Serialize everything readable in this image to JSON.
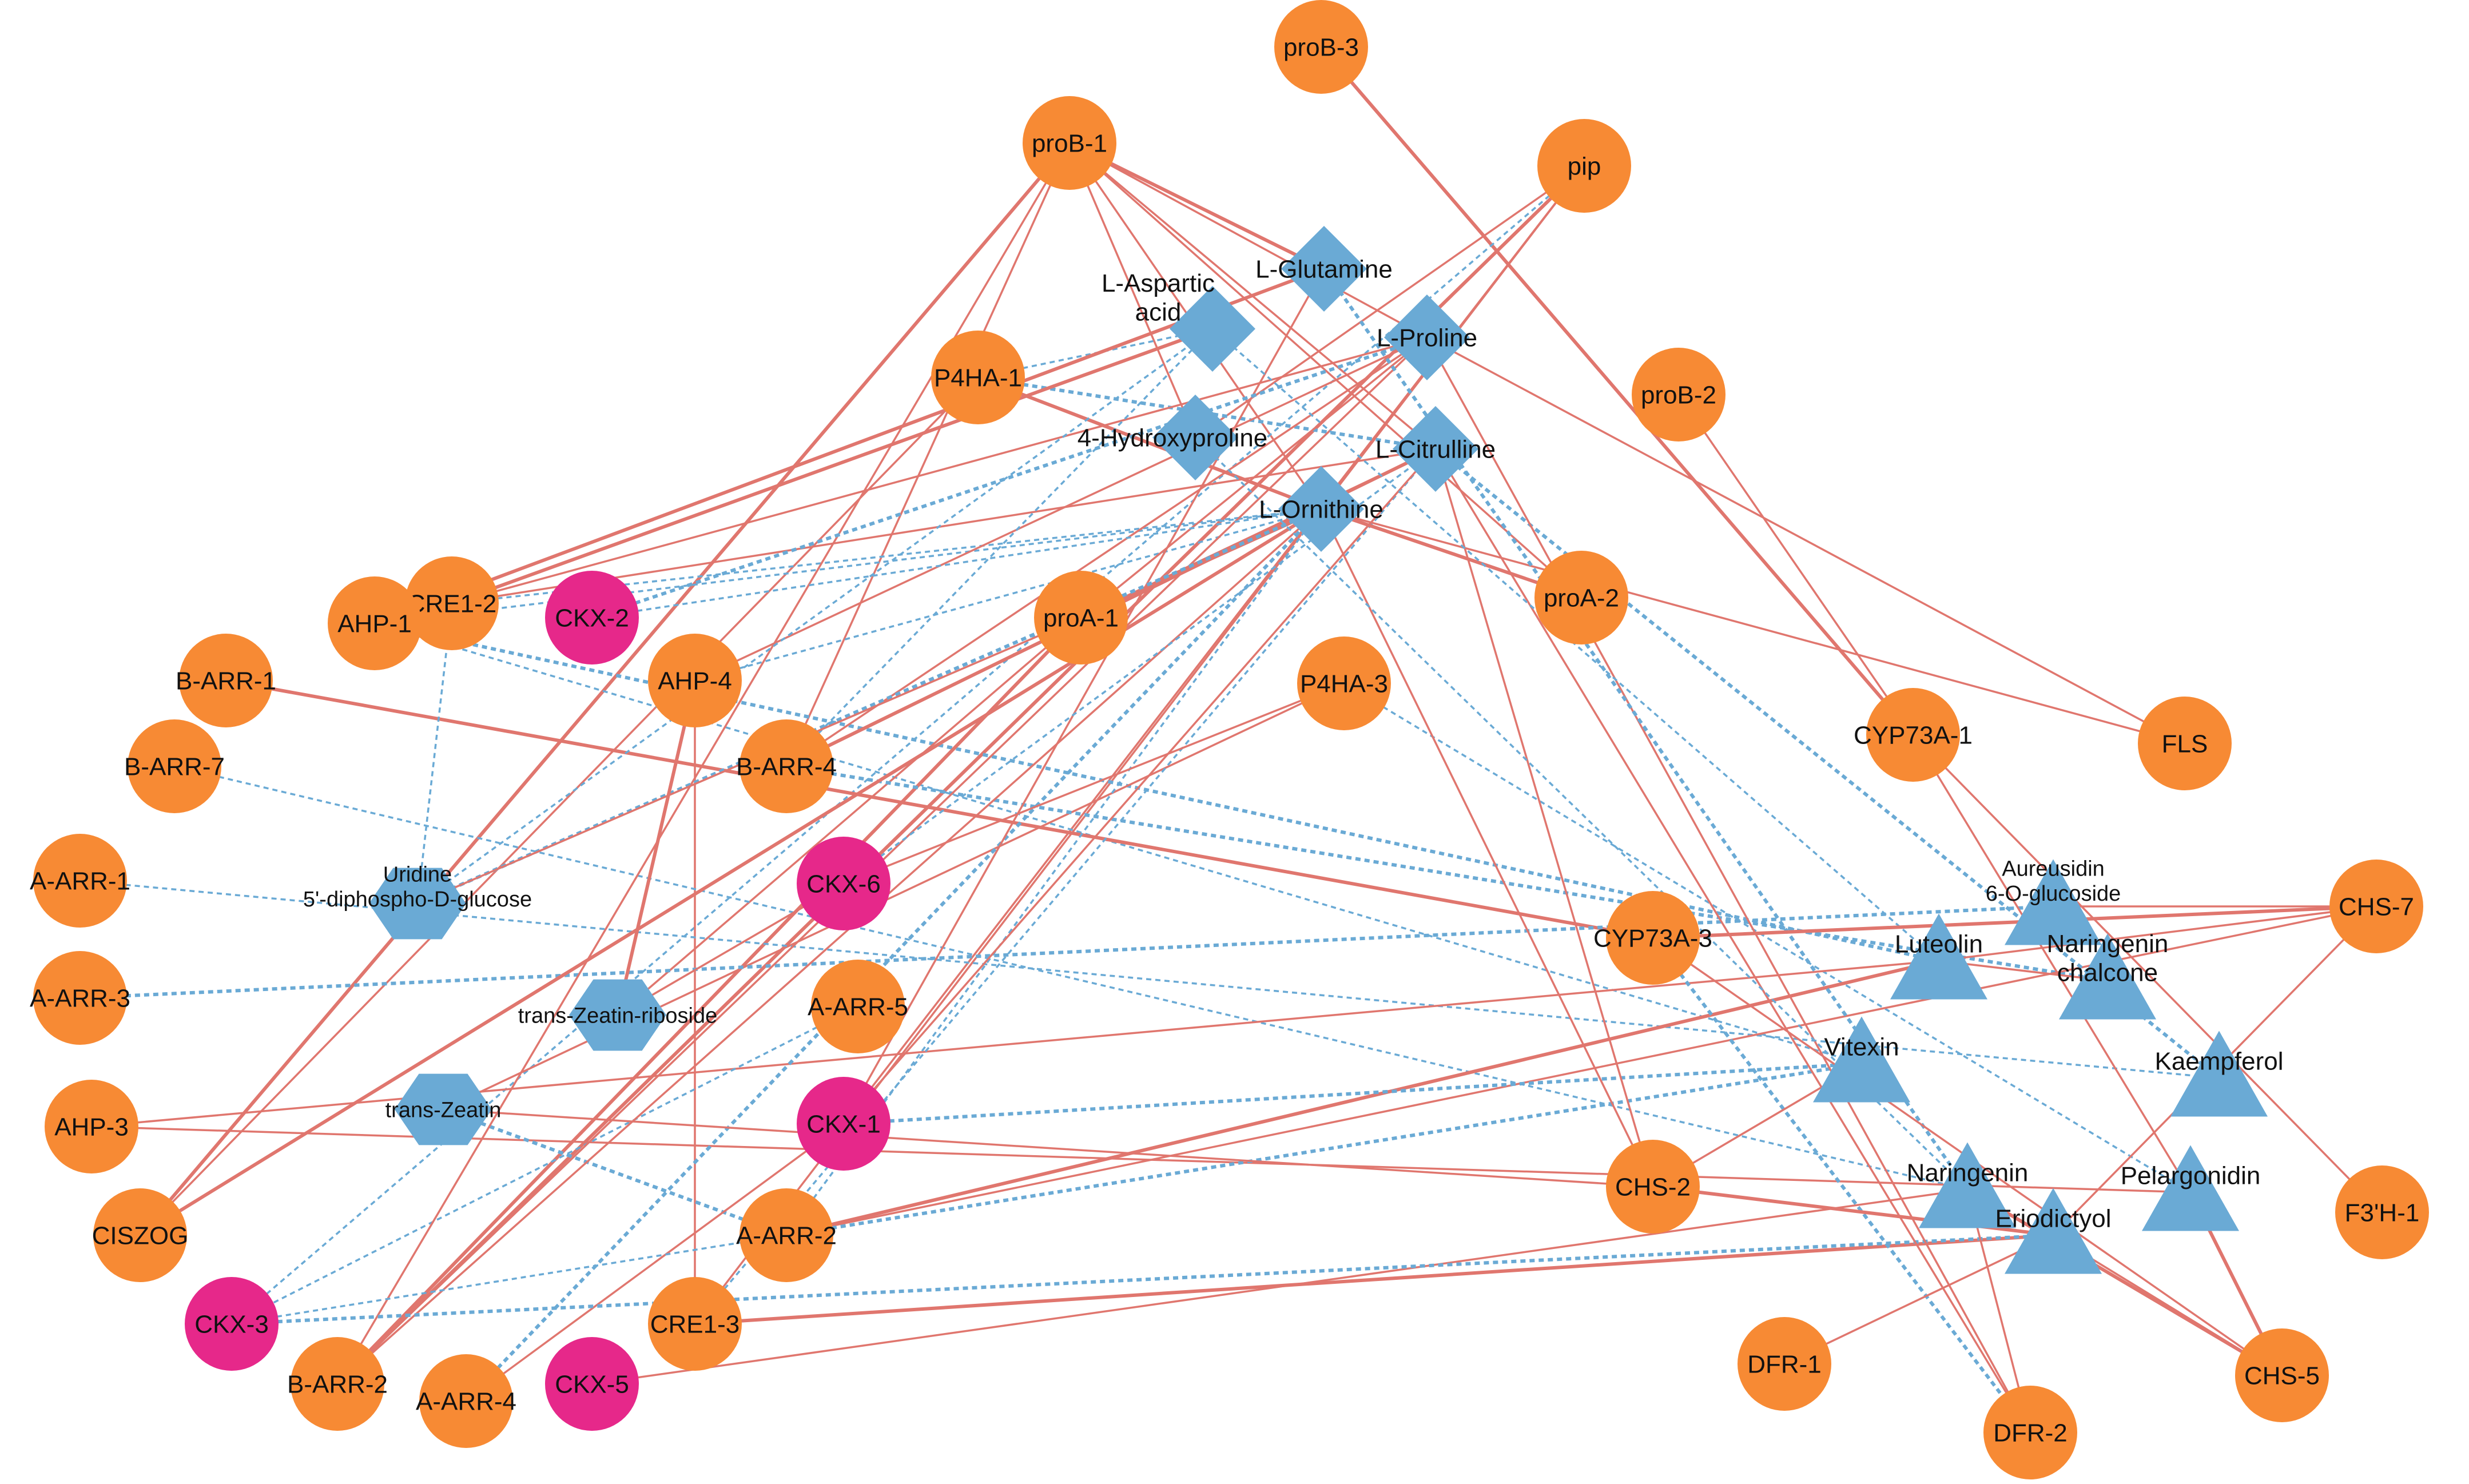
{
  "colors": {
    "background": "#ffffff",
    "gene": "#f78a34",
    "ckx": "#e6288a",
    "metabolite": "#6aaad5",
    "positive_edge": "#e0766e",
    "negative_edge": "#6aaad5",
    "label": "#111111"
  },
  "nodes": [
    {
      "id": "proB-3",
      "label": "proB-3",
      "shape": "circle",
      "group": "gene"
    },
    {
      "id": "proB-1",
      "label": "proB-1",
      "shape": "circle",
      "group": "gene"
    },
    {
      "id": "pip",
      "label": "pip",
      "shape": "circle",
      "group": "gene"
    },
    {
      "id": "proB-2",
      "label": "proB-2",
      "shape": "circle",
      "group": "gene"
    },
    {
      "id": "P4HA-1",
      "label": "P4HA-1",
      "shape": "circle",
      "group": "gene"
    },
    {
      "id": "CRE1-2",
      "label": "CRE1-2",
      "shape": "circle",
      "group": "gene"
    },
    {
      "id": "AHP-1",
      "label": "AHP-1",
      "shape": "circle",
      "group": "gene"
    },
    {
      "id": "B-ARR-1",
      "label": "B-ARR-1",
      "shape": "circle",
      "group": "gene"
    },
    {
      "id": "AHP-4",
      "label": "AHP-4",
      "shape": "circle",
      "group": "gene"
    },
    {
      "id": "proA-1",
      "label": "proA-1",
      "shape": "circle",
      "group": "gene"
    },
    {
      "id": "proA-2",
      "label": "proA-2",
      "shape": "circle",
      "group": "gene"
    },
    {
      "id": "P4HA-3",
      "label": "P4HA-3",
      "shape": "circle",
      "group": "gene"
    },
    {
      "id": "B-ARR-4",
      "label": "B-ARR-4",
      "shape": "circle",
      "group": "gene"
    },
    {
      "id": "B-ARR-7",
      "label": "B-ARR-7",
      "shape": "circle",
      "group": "gene"
    },
    {
      "id": "A-ARR-1",
      "label": "A-ARR-1",
      "shape": "circle",
      "group": "gene"
    },
    {
      "id": "A-ARR-3",
      "label": "A-ARR-3",
      "shape": "circle",
      "group": "gene"
    },
    {
      "id": "AHP-3",
      "label": "AHP-3",
      "shape": "circle",
      "group": "gene"
    },
    {
      "id": "CISZOG",
      "label": "CISZOG",
      "shape": "circle",
      "group": "gene"
    },
    {
      "id": "A-ARR-5",
      "label": "A-ARR-5",
      "shape": "circle",
      "group": "gene"
    },
    {
      "id": "A-ARR-2",
      "label": "A-ARR-2",
      "shape": "circle",
      "group": "gene"
    },
    {
      "id": "CRE1-3",
      "label": "CRE1-3",
      "shape": "circle",
      "group": "gene"
    },
    {
      "id": "B-ARR-2",
      "label": "B-ARR-2",
      "shape": "circle",
      "group": "gene"
    },
    {
      "id": "A-ARR-4",
      "label": "A-ARR-4",
      "shape": "circle",
      "group": "gene"
    },
    {
      "id": "CYP73A-1",
      "label": "CYP73A-1",
      "shape": "circle",
      "group": "gene"
    },
    {
      "id": "FLS",
      "label": "FLS",
      "shape": "circle",
      "group": "gene"
    },
    {
      "id": "CYP73A-3",
      "label": "CYP73A-3",
      "shape": "circle",
      "group": "gene"
    },
    {
      "id": "CHS-7",
      "label": "CHS-7",
      "shape": "circle",
      "group": "gene"
    },
    {
      "id": "CHS-2",
      "label": "CHS-2",
      "shape": "circle",
      "group": "gene"
    },
    {
      "id": "F3'H-1",
      "label": "F3'H-1",
      "shape": "circle",
      "group": "gene"
    },
    {
      "id": "DFR-1",
      "label": "DFR-1",
      "shape": "circle",
      "group": "gene"
    },
    {
      "id": "DFR-2",
      "label": "DFR-2",
      "shape": "circle",
      "group": "gene"
    },
    {
      "id": "CHS-5",
      "label": "CHS-5",
      "shape": "circle",
      "group": "gene"
    },
    {
      "id": "CKX-2",
      "label": "CKX-2",
      "shape": "circle",
      "group": "ckx"
    },
    {
      "id": "CKX-6",
      "label": "CKX-6",
      "shape": "circle",
      "group": "ckx"
    },
    {
      "id": "CKX-1",
      "label": "CKX-1",
      "shape": "circle",
      "group": "ckx"
    },
    {
      "id": "CKX-3",
      "label": "CKX-3",
      "shape": "circle",
      "group": "ckx"
    },
    {
      "id": "CKX-5",
      "label": "CKX-5",
      "shape": "circle",
      "group": "ckx"
    },
    {
      "id": "L-Glutamine",
      "label": "L-Glutamine",
      "shape": "diamond",
      "group": "metabolite"
    },
    {
      "id": "L-Aspartic acid",
      "label": "L-Aspartic\nacid",
      "shape": "diamond",
      "group": "metabolite"
    },
    {
      "id": "L-Proline",
      "label": "L-Proline",
      "shape": "diamond",
      "group": "metabolite"
    },
    {
      "id": "4-Hydroxyproline",
      "label": "4-Hydroxyproline",
      "shape": "diamond",
      "group": "metabolite"
    },
    {
      "id": "L-Citrulline",
      "label": "L-Citrulline",
      "shape": "diamond",
      "group": "metabolite"
    },
    {
      "id": "L-Ornithine",
      "label": "L-Ornithine",
      "shape": "diamond",
      "group": "metabolite"
    },
    {
      "id": "Uridine",
      "label": "Uridine\n5'-diphospho-D-glucose",
      "shape": "hexagon",
      "group": "metabolite"
    },
    {
      "id": "trans-Zeatin-riboside",
      "label": "trans-Zeatin-riboside",
      "shape": "hexagon",
      "group": "metabolite"
    },
    {
      "id": "trans-Zeatin",
      "label": "trans-Zeatin",
      "shape": "hexagon",
      "group": "metabolite"
    },
    {
      "id": "Aureusidin",
      "label": "Aureusidin\n6-O-glucoside",
      "shape": "triangle",
      "group": "metabolite"
    },
    {
      "id": "Luteolin",
      "label": "Luteolin",
      "shape": "triangle",
      "group": "metabolite"
    },
    {
      "id": "Naringenin chalcone",
      "label": "Naringenin\nchalcone",
      "shape": "triangle",
      "group": "metabolite"
    },
    {
      "id": "Vitexin",
      "label": "Vitexin",
      "shape": "triangle",
      "group": "metabolite"
    },
    {
      "id": "Kaempferol",
      "label": "Kaempferol",
      "shape": "triangle",
      "group": "metabolite"
    },
    {
      "id": "Naringenin",
      "label": "Naringenin",
      "shape": "triangle",
      "group": "metabolite"
    },
    {
      "id": "Pelargonidin",
      "label": "Pelargonidin",
      "shape": "triangle",
      "group": "metabolite"
    },
    {
      "id": "Eriodictyol",
      "label": "Eriodictyol",
      "shape": "triangle",
      "group": "metabolite"
    }
  ],
  "edges": [
    {
      "s": "proB-3",
      "t": "CYP73A-1",
      "type": "positive"
    },
    {
      "s": "proB-1",
      "t": "L-Citrulline",
      "type": "positive"
    },
    {
      "s": "proB-1",
      "t": "L-Ornithine",
      "type": "positive"
    },
    {
      "s": "proB-1",
      "t": "L-Proline",
      "type": "positive"
    },
    {
      "s": "proB-1",
      "t": "L-Glutamine",
      "type": "positive"
    },
    {
      "s": "proB-1",
      "t": "4-Hydroxyproline",
      "type": "positive"
    },
    {
      "s": "proB-1",
      "t": "proA-2",
      "type": "positive"
    },
    {
      "s": "proB-1",
      "t": "B-ARR-4",
      "type": "positive"
    },
    {
      "s": "proB-1",
      "t": "CISZOG",
      "type": "positive"
    },
    {
      "s": "pip",
      "t": "4-Hydroxyproline",
      "type": "positive"
    },
    {
      "s": "pip",
      "t": "L-Ornithine",
      "type": "positive"
    },
    {
      "s": "pip",
      "t": "CKX-1",
      "type": "positive"
    },
    {
      "s": "pip",
      "t": "B-ARR-2",
      "type": "positive"
    },
    {
      "s": "pip",
      "t": "CKX-3",
      "type": "negative"
    },
    {
      "s": "pip",
      "t": "CRE1-3",
      "type": "positive"
    },
    {
      "s": "proB-2",
      "t": "CYP73A-1",
      "type": "positive"
    },
    {
      "s": "P4HA-1",
      "t": "L-Ornithine",
      "type": "positive"
    },
    {
      "s": "P4HA-1",
      "t": "L-Aspartic acid",
      "type": "negative"
    },
    {
      "s": "P4HA-1",
      "t": "L-Citrulline",
      "type": "negative"
    },
    {
      "s": "P4HA-1",
      "t": "CISZOG",
      "type": "positive"
    },
    {
      "s": "CRE1-2",
      "t": "L-Aspartic acid",
      "type": "positive"
    },
    {
      "s": "CRE1-2",
      "t": "L-Proline",
      "type": "positive"
    },
    {
      "s": "CRE1-2",
      "t": "L-Citrulline",
      "type": "positive"
    },
    {
      "s": "CRE1-2",
      "t": "L-Ornithine",
      "type": "negative"
    },
    {
      "s": "AHP-1",
      "t": "L-Glutamine",
      "type": "positive"
    },
    {
      "s": "AHP-1",
      "t": "L-Ornithine",
      "type": "negative"
    },
    {
      "s": "AHP-1",
      "t": "Vitexin",
      "type": "negative"
    },
    {
      "s": "AHP-1",
      "t": "Luteolin",
      "type": "negative"
    },
    {
      "s": "B-ARR-1",
      "t": "CYP73A-3",
      "type": "positive"
    },
    {
      "s": "AHP-4",
      "t": "L-Ornithine",
      "type": "negative"
    },
    {
      "s": "AHP-4",
      "t": "L-Proline",
      "type": "positive"
    },
    {
      "s": "AHP-4",
      "t": "CRE1-3",
      "type": "positive"
    },
    {
      "s": "proA-1",
      "t": "L-Ornithine",
      "type": "positive"
    },
    {
      "s": "proA-1",
      "t": "L-Proline",
      "type": "positive"
    },
    {
      "s": "proA-1",
      "t": "L-Citrulline",
      "type": "positive"
    },
    {
      "s": "proA-1",
      "t": "trans-Zeatin-riboside",
      "type": "positive"
    },
    {
      "s": "proA-1",
      "t": "B-ARR-2",
      "type": "positive"
    },
    {
      "s": "P4HA-3",
      "t": "Pelargonidin",
      "type": "negative"
    },
    {
      "s": "P4HA-3",
      "t": "trans-Zeatin",
      "type": "positive"
    },
    {
      "s": "B-ARR-4",
      "t": "L-Proline",
      "type": "positive"
    },
    {
      "s": "B-ARR-4",
      "t": "L-Citrulline",
      "type": "positive"
    },
    {
      "s": "B-ARR-4",
      "t": "L-Aspartic acid",
      "type": "negative"
    },
    {
      "s": "B-ARR-4",
      "t": "Naringenin chalcone",
      "type": "negative"
    },
    {
      "s": "B-ARR-7",
      "t": "Naringenin",
      "type": "negative"
    },
    {
      "s": "A-ARR-1",
      "t": "Kaempferol",
      "type": "negative"
    },
    {
      "s": "A-ARR-3",
      "t": "Aureusidin",
      "type": "negative"
    },
    {
      "s": "AHP-3",
      "t": "Pelargonidin",
      "type": "positive"
    },
    {
      "s": "AHP-3",
      "t": "Luteolin",
      "type": "positive"
    },
    {
      "s": "CISZOG",
      "t": "L-Ornithine",
      "type": "positive"
    },
    {
      "s": "A-ARR-5",
      "t": "CKX-3",
      "type": "negative"
    },
    {
      "s": "A-ARR-2",
      "t": "L-Ornithine",
      "type": "negative"
    },
    {
      "s": "A-ARR-2",
      "t": "trans-Zeatin",
      "type": "negative"
    },
    {
      "s": "A-ARR-2",
      "t": "Luteolin",
      "type": "positive"
    },
    {
      "s": "A-ARR-2",
      "t": "CHS-7",
      "type": "positive"
    },
    {
      "s": "A-ARR-2",
      "t": "Vitexin",
      "type": "negative"
    },
    {
      "s": "CRE1-3",
      "t": "L-Citrulline",
      "type": "negative"
    },
    {
      "s": "CRE1-3",
      "t": "Eriodictyol",
      "type": "positive"
    },
    {
      "s": "B-ARR-2",
      "t": "L-Ornithine",
      "type": "positive"
    },
    {
      "s": "B-ARR-2",
      "t": "L-Proline",
      "type": "positive"
    },
    {
      "s": "B-ARR-2",
      "t": "proB-1",
      "type": "positive"
    },
    {
      "s": "A-ARR-4",
      "t": "L-Ornithine",
      "type": "negative"
    },
    {
      "s": "A-ARR-4",
      "t": "CKX-1",
      "type": "positive"
    },
    {
      "s": "CKX-5",
      "t": "Naringenin",
      "type": "positive"
    },
    {
      "s": "CKX-3",
      "t": "Eriodictyol",
      "type": "negative"
    },
    {
      "s": "CKX-3",
      "t": "A-ARR-2",
      "type": "negative"
    },
    {
      "s": "CKX-1",
      "t": "L-Citrulline",
      "type": "positive"
    },
    {
      "s": "CKX-1",
      "t": "Vitexin",
      "type": "negative"
    },
    {
      "s": "CKX-1",
      "t": "L-Glutamine",
      "type": "positive"
    },
    {
      "s": "CKX-2",
      "t": "L-Ornithine",
      "type": "negative"
    },
    {
      "s": "CKX-2",
      "t": "L-Proline",
      "type": "negative"
    },
    {
      "s": "CKX-6",
      "t": "L-Citrulline",
      "type": "negative"
    },
    {
      "s": "CKX-6",
      "t": "P4HA-3",
      "type": "positive"
    },
    {
      "s": "Uridine",
      "t": "L-Ornithine",
      "type": "negative"
    },
    {
      "s": "Uridine",
      "t": "L-Aspartic acid",
      "type": "negative"
    },
    {
      "s": "Uridine",
      "t": "CRE1-2",
      "type": "negative"
    },
    {
      "s": "Uridine",
      "t": "proA-1",
      "type": "positive"
    },
    {
      "s": "trans-Zeatin-riboside",
      "t": "AHP-4",
      "type": "positive"
    },
    {
      "s": "trans-Zeatin-riboside",
      "t": "CKX-6",
      "type": "positive"
    },
    {
      "s": "trans-Zeatin",
      "t": "CHS-2",
      "type": "positive"
    },
    {
      "s": "L-Ornithine",
      "t": "CHS-2",
      "type": "positive"
    },
    {
      "s": "L-Ornithine",
      "t": "proA-2",
      "type": "positive"
    },
    {
      "s": "L-Ornithine",
      "t": "FLS",
      "type": "positive"
    },
    {
      "s": "L-Citrulline",
      "t": "CHS-2",
      "type": "positive"
    },
    {
      "s": "L-Citrulline",
      "t": "DFR-2",
      "type": "positive"
    },
    {
      "s": "L-Citrulline",
      "t": "Kaempferol",
      "type": "negative"
    },
    {
      "s": "L-Proline",
      "t": "FLS",
      "type": "positive"
    },
    {
      "s": "L-Proline",
      "t": "DFR-2",
      "type": "positive"
    },
    {
      "s": "L-Glutamine",
      "t": "Naringenin",
      "type": "negative"
    },
    {
      "s": "4-Hydroxyproline",
      "t": "Naringenin",
      "type": "negative"
    },
    {
      "s": "L-Aspartic acid",
      "t": "Luteolin",
      "type": "negative"
    },
    {
      "s": "CYP73A-1",
      "t": "Pelargonidin",
      "type": "positive"
    },
    {
      "s": "CYP73A-1",
      "t": "F3'H-1",
      "type": "positive"
    },
    {
      "s": "CYP73A-3",
      "t": "CHS-7",
      "type": "positive"
    },
    {
      "s": "CYP73A-3",
      "t": "DFR-2",
      "type": "negative"
    },
    {
      "s": "CYP73A-3",
      "t": "CHS-5",
      "type": "positive"
    },
    {
      "s": "CHS-2",
      "t": "Vitexin",
      "type": "positive"
    },
    {
      "s": "CHS-2",
      "t": "Eriodictyol",
      "type": "positive"
    },
    {
      "s": "Luteolin",
      "t": "CHS-7",
      "type": "positive"
    },
    {
      "s": "Luteolin",
      "t": "Naringenin chalcone",
      "type": "positive"
    },
    {
      "s": "Naringenin",
      "t": "DFR-2",
      "type": "positive"
    },
    {
      "s": "Naringenin",
      "t": "CHS-5",
      "type": "positive"
    },
    {
      "s": "Eriodictyol",
      "t": "DFR-1",
      "type": "positive"
    },
    {
      "s": "Eriodictyol",
      "t": "CHS-7",
      "type": "positive"
    },
    {
      "s": "Eriodictyol",
      "t": "CHS-5",
      "type": "positive"
    },
    {
      "s": "Pelargonidin",
      "t": "CHS-5",
      "type": "positive"
    },
    {
      "s": "Aureusidin",
      "t": "CHS-7",
      "type": "positive"
    }
  ]
}
